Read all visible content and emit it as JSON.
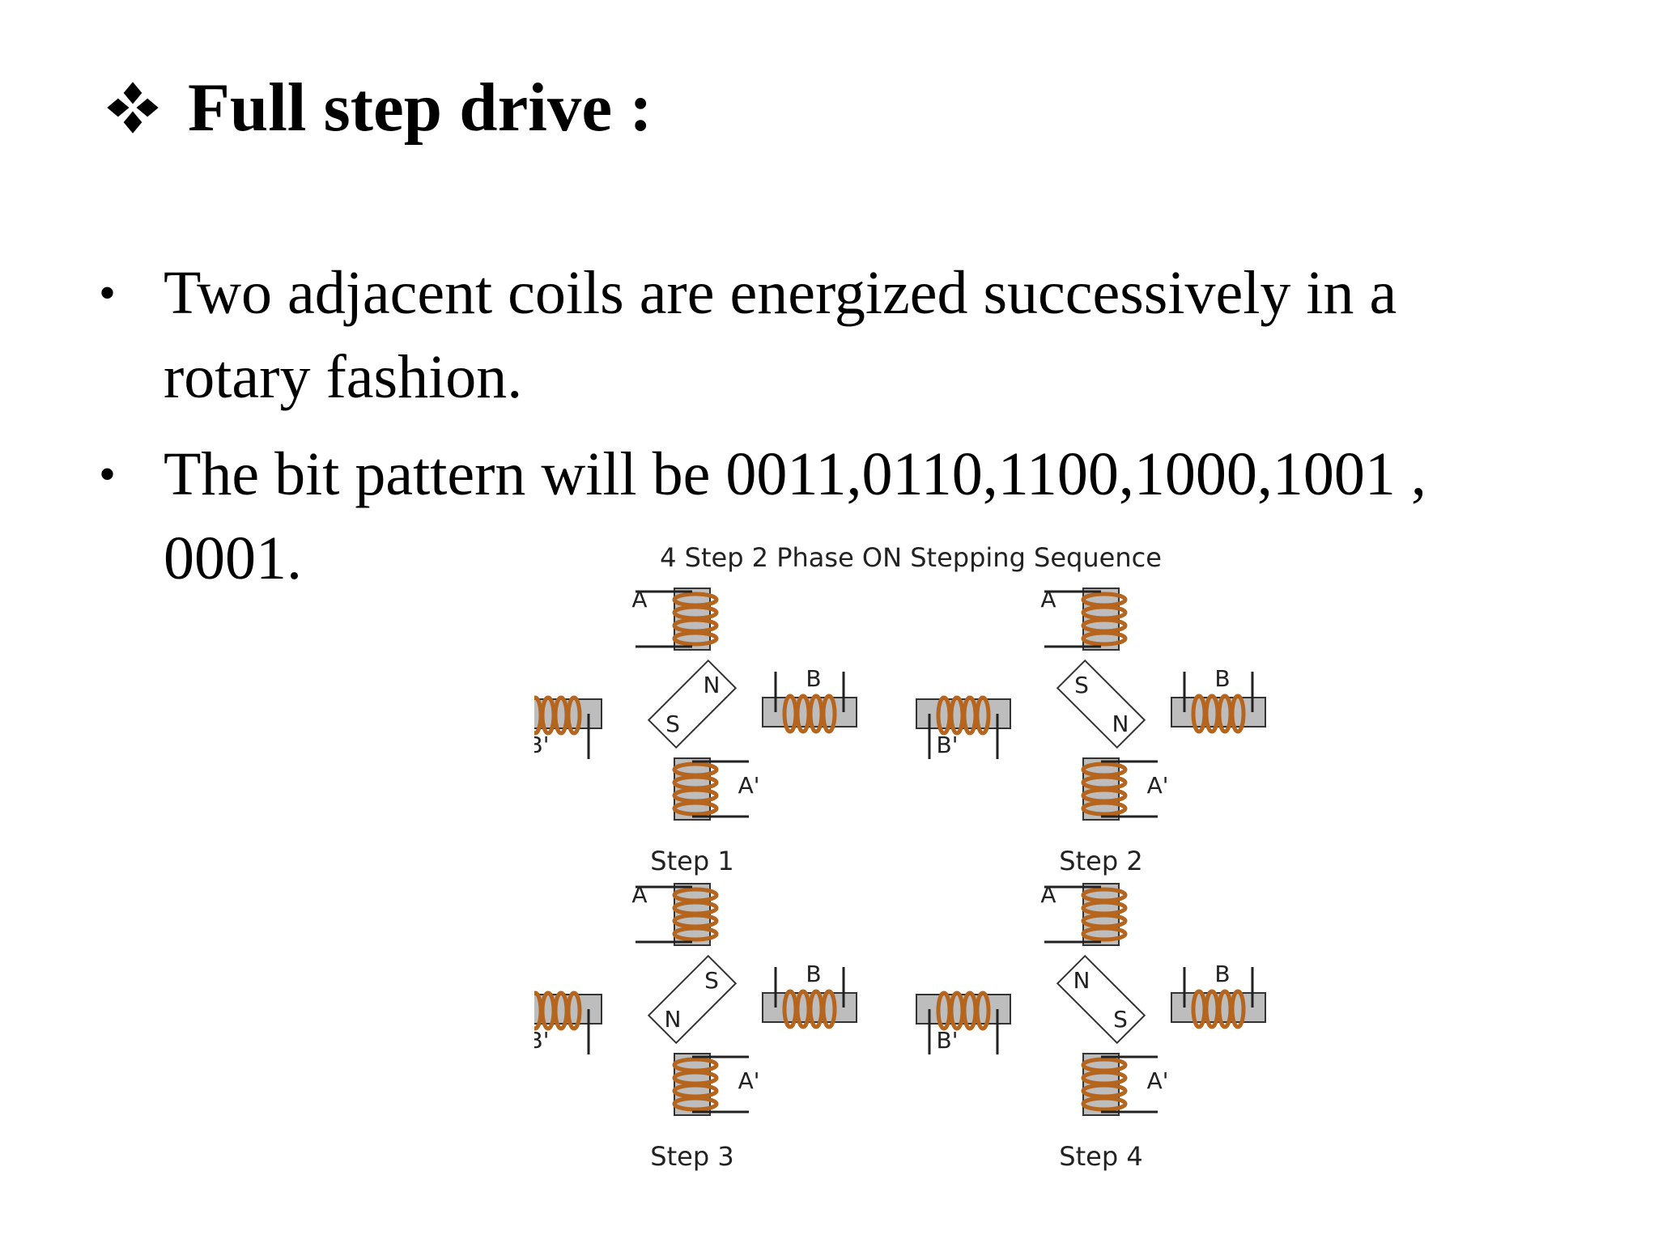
{
  "slide": {
    "title": "Full step drive :",
    "bullets": [
      " Two adjacent coils are energized successively in a rotary fashion.",
      "The bit pattern will be 0011,0110,1100,1000,1001 , 0001."
    ]
  },
  "diagram": {
    "title": "4 Step 2 Phase ON Stepping Sequence",
    "coil_labels": {
      "a": "A",
      "a_prime": "A'",
      "b": "B",
      "b_prime": "B'"
    },
    "rotor_labels": {
      "north": "N",
      "south": "S"
    },
    "steps": [
      {
        "label": "Step 1",
        "north_pole": "up-right",
        "south_pole": "down-left"
      },
      {
        "label": "Step 2",
        "north_pole": "down-right",
        "south_pole": "up-left"
      },
      {
        "label": "Step 3",
        "north_pole": "down-left",
        "south_pole": "up-right"
      },
      {
        "label": "Step 4",
        "north_pole": "up-left",
        "south_pole": "down-right"
      }
    ],
    "colors": {
      "coil": "#b5651d",
      "core": "#bdbdbd",
      "outline": "#333333"
    }
  }
}
